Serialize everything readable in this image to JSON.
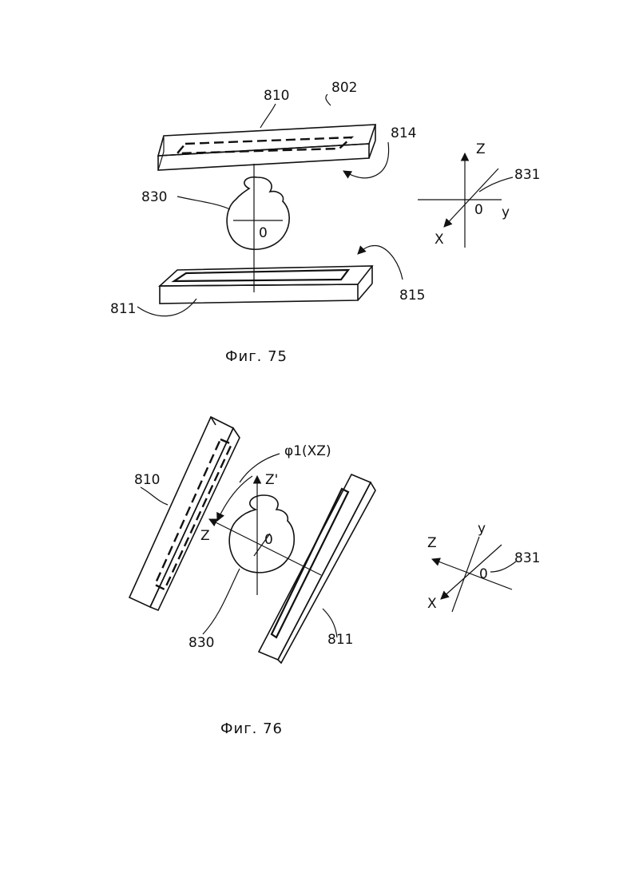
{
  "fig75": {
    "caption": "Фиг. 75",
    "labels": {
      "plate_top": "810",
      "assembly": "802",
      "arrow_top": "814",
      "object": "830",
      "origin": "0",
      "plate_bottom": "811",
      "arrow_bottom": "815"
    },
    "axes": {
      "z": "Z",
      "y": "y",
      "x": "X",
      "origin": "0",
      "ref": "831"
    }
  },
  "fig76": {
    "caption": "Фиг. 76",
    "labels": {
      "plate_left": "810",
      "angle": "φ1(XZ)",
      "z_prime": "Z'",
      "z": "Z",
      "origin": "0",
      "object": "830",
      "plate_right": "811"
    },
    "axes": {
      "z": "Z",
      "y": "y",
      "x": "X",
      "origin": "0",
      "ref": "831"
    }
  }
}
